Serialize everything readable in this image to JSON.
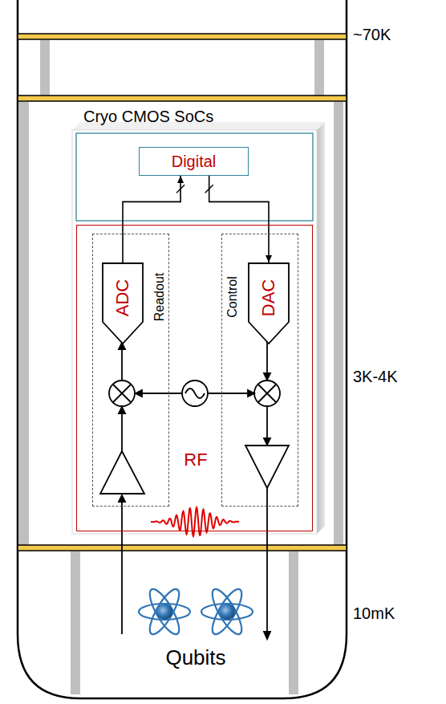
{
  "diagram": {
    "nodes": [
      {
        "text": [
          "Cryo CMOS SoCs"
        ]
      },
      {
        "text": [
          "Digital"
        ],
        "in": 0
      },
      {
        "text": [
          "RF"
        ],
        "in": 0
      },
      {
        "text": [
          "Readout"
        ],
        "in": 2
      },
      {
        "text": [
          "ADC"
        ],
        "in": 3
      },
      {
        "text": [
          "Control"
        ],
        "in": 2
      },
      {
        "text": [
          "DAC"
        ],
        "in": 5
      }
    ],
    "edges": [
      {
        "from": 4,
        "to": 1,
        "arrow": "to"
      },
      {
        "from": 1,
        "to": 6,
        "arrow": "to"
      }
    ],
    "labels": [
      "~70K",
      "3K-4K",
      "10mK",
      "Qubits"
    ]
  }
}
